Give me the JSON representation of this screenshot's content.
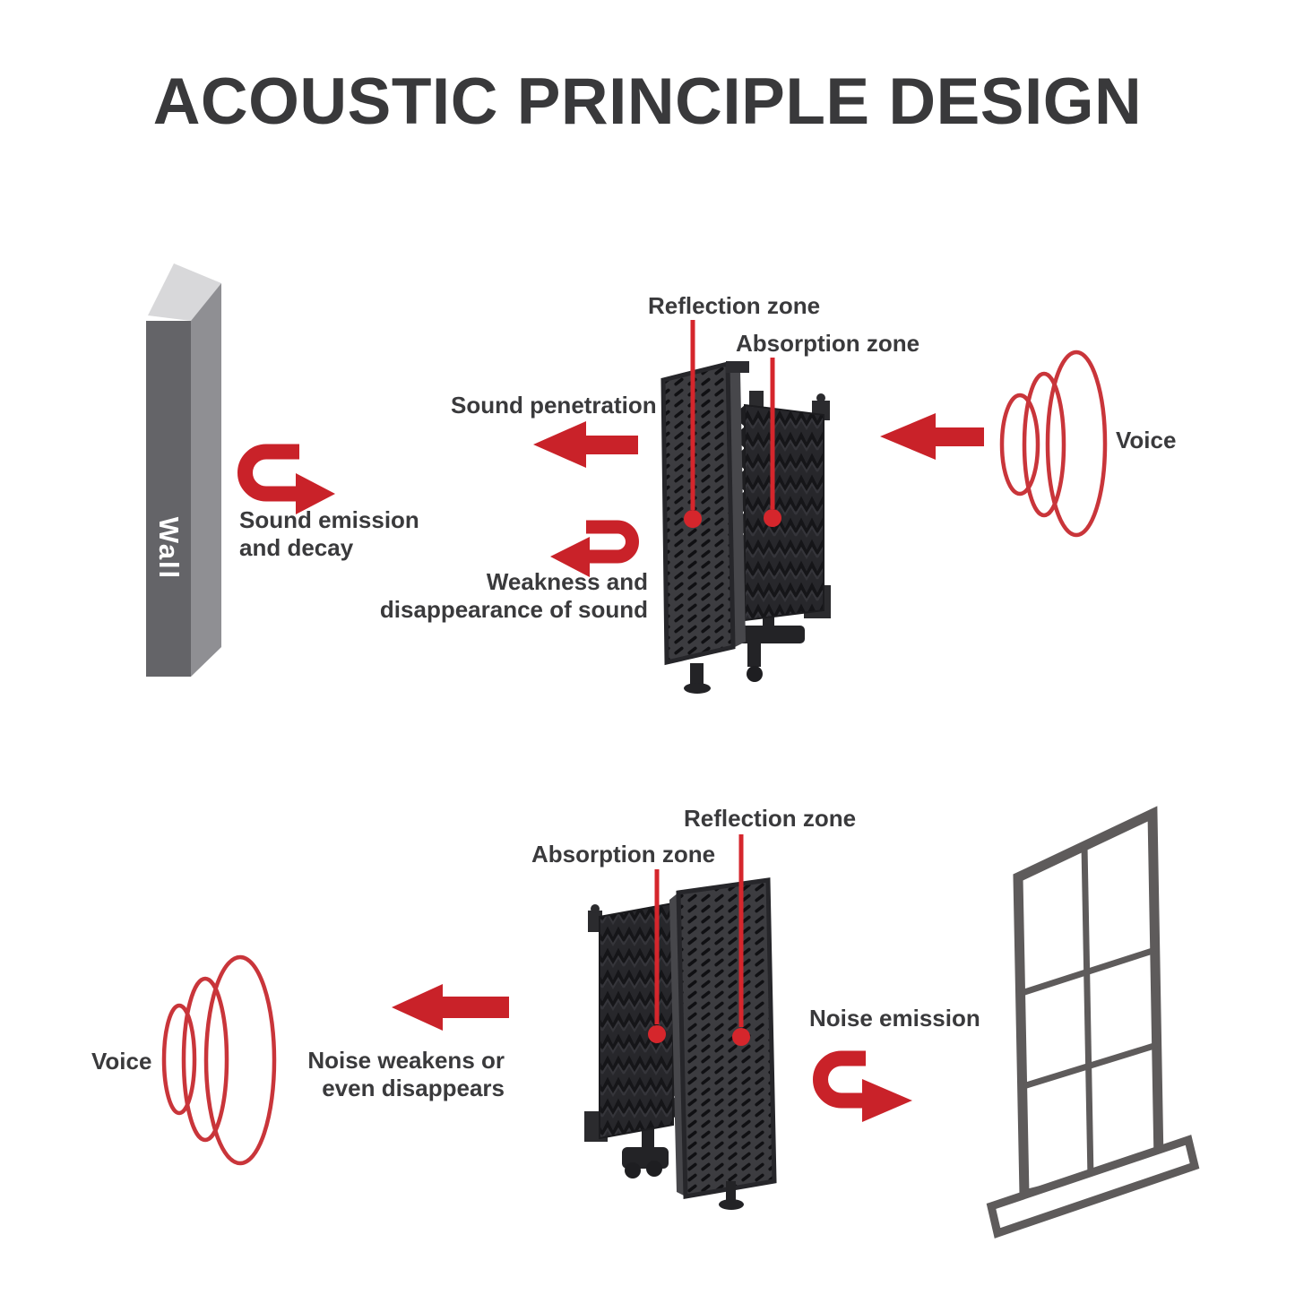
{
  "title": "ACOUSTIC PRINCIPLE DESIGN",
  "top_diagram": {
    "wall_label": "Wall",
    "sound_emission": {
      "line1": "Sound emission",
      "line2": "and decay"
    },
    "sound_penetration": "Sound penetration",
    "weakness": {
      "line1": "Weakness and",
      "line2": "disappearance of sound"
    },
    "reflection_zone": "Reflection zone",
    "absorption_zone": "Absorption zone",
    "voice": "Voice"
  },
  "bottom_diagram": {
    "absorption_zone": "Absorption zone",
    "reflection_zone": "Reflection zone",
    "noise_weakens": {
      "line1": "Noise weakens or",
      "line2": "even disappears"
    },
    "noise_emission": "Noise emission",
    "voice": "Voice"
  },
  "icons": {
    "left_arrow": "arrow pointing left",
    "uturn_right_arrow": "u-turn arrow exiting right",
    "uturn_left_arrow": "u-turn arrow exiting left",
    "sound_waves": "three expanding ellipses",
    "pointer_line_dot": "red callout line with dot"
  },
  "colors": {
    "background": "#ffffff",
    "accent_red": "#c92229",
    "pointer_red": "#d5262c",
    "wave_red": "#c9353a",
    "text_dark": "#3a3a3c",
    "title_dark": "#39393b",
    "wall_front": "#646468",
    "wall_side": "#8f8f93",
    "wall_top": "#d8d8da",
    "panel_dark": "#3c3c40",
    "foam_dark": "#27272b",
    "window_frame": "#5e5b5b"
  }
}
